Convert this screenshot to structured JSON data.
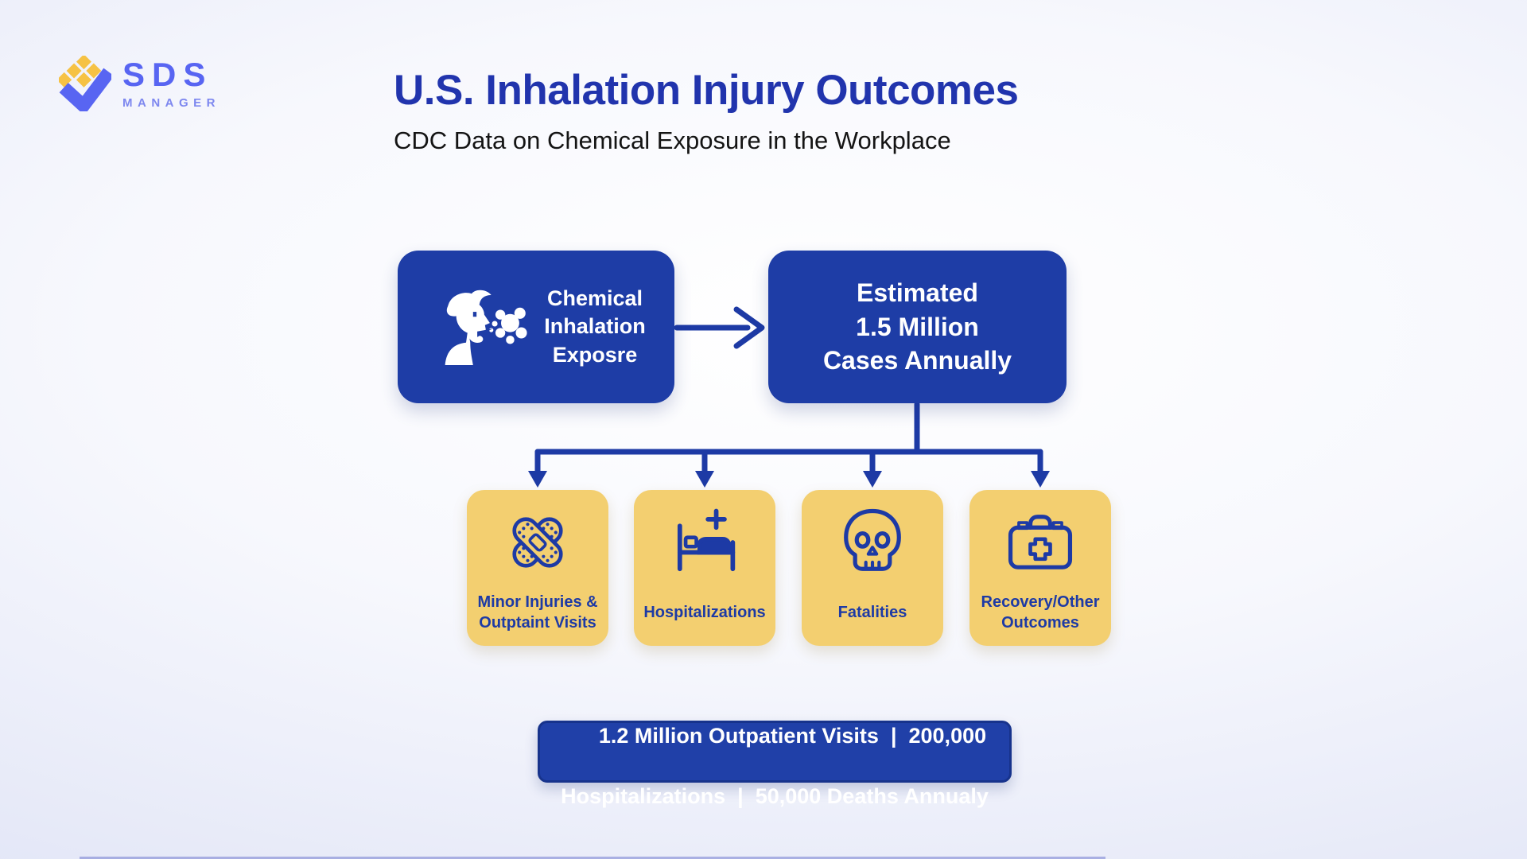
{
  "logo": {
    "brand": "SDS",
    "sub": "MANAGER"
  },
  "header": {
    "title": "U.S. Inhalation Injury Outcomes",
    "subtitle": "CDC Data on Chemical Exposure in the Workplace"
  },
  "flow": {
    "source": {
      "icon": "person-inhaling-icon",
      "lines": [
        "Chemical",
        "Inhalation",
        "Exposre"
      ]
    },
    "estimate": {
      "lines": [
        "Estimated",
        "1.5 Million",
        "Cases Annually"
      ]
    },
    "outcomes": [
      {
        "icon": "bandage-icon",
        "label_lines": [
          "Minor Injuries &",
          "Outptaint Visits"
        ]
      },
      {
        "icon": "hospital-bed-icon",
        "label_lines": [
          "Hospitalizations",
          ""
        ]
      },
      {
        "icon": "skull-icon",
        "label_lines": [
          "Fatalities",
          ""
        ]
      },
      {
        "icon": "first-aid-kit-icon",
        "label_lines": [
          "Recovery/Other",
          "Outcomes"
        ]
      }
    ]
  },
  "footer": {
    "l1a": "1.2 Million",
    "l1b": " Outpatient Visits",
    "l1c": "  |  200,000",
    "l2": "Hospitalizations  |  50,000 Deaths Annualy"
  },
  "colors": {
    "deep_blue": "#1e3da6",
    "title_blue": "#2134ad",
    "card_yellow": "#f3cf70",
    "logo_blue": "#5865f2",
    "logo_yellow": "#f6c244",
    "bar_blue": "#2040a8"
  }
}
